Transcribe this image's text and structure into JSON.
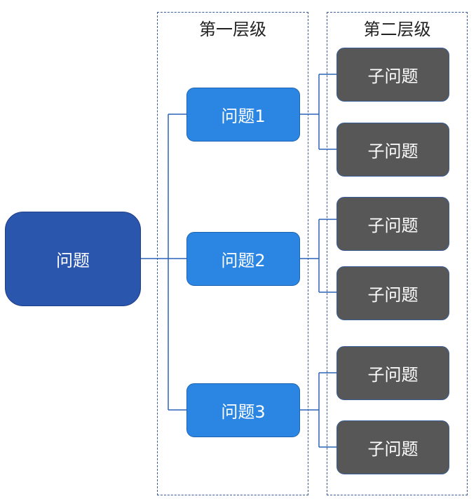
{
  "columns": {
    "first_level_title": "第一层级",
    "second_level_title": "第二层级"
  },
  "root": {
    "label": "问题"
  },
  "first_level": [
    {
      "label": "问题1",
      "children": [
        "子问题",
        "子问题"
      ]
    },
    {
      "label": "问题2",
      "children": [
        "子问题",
        "子问题"
      ]
    },
    {
      "label": "问题3",
      "children": [
        "子问题",
        "子问题"
      ]
    }
  ],
  "colors": {
    "root_fill": "#2b56ad",
    "first_level_fill": "#2b86e3",
    "second_level_fill": "#575757",
    "connector": "#2c62b8",
    "frame": "#3a5b96"
  }
}
